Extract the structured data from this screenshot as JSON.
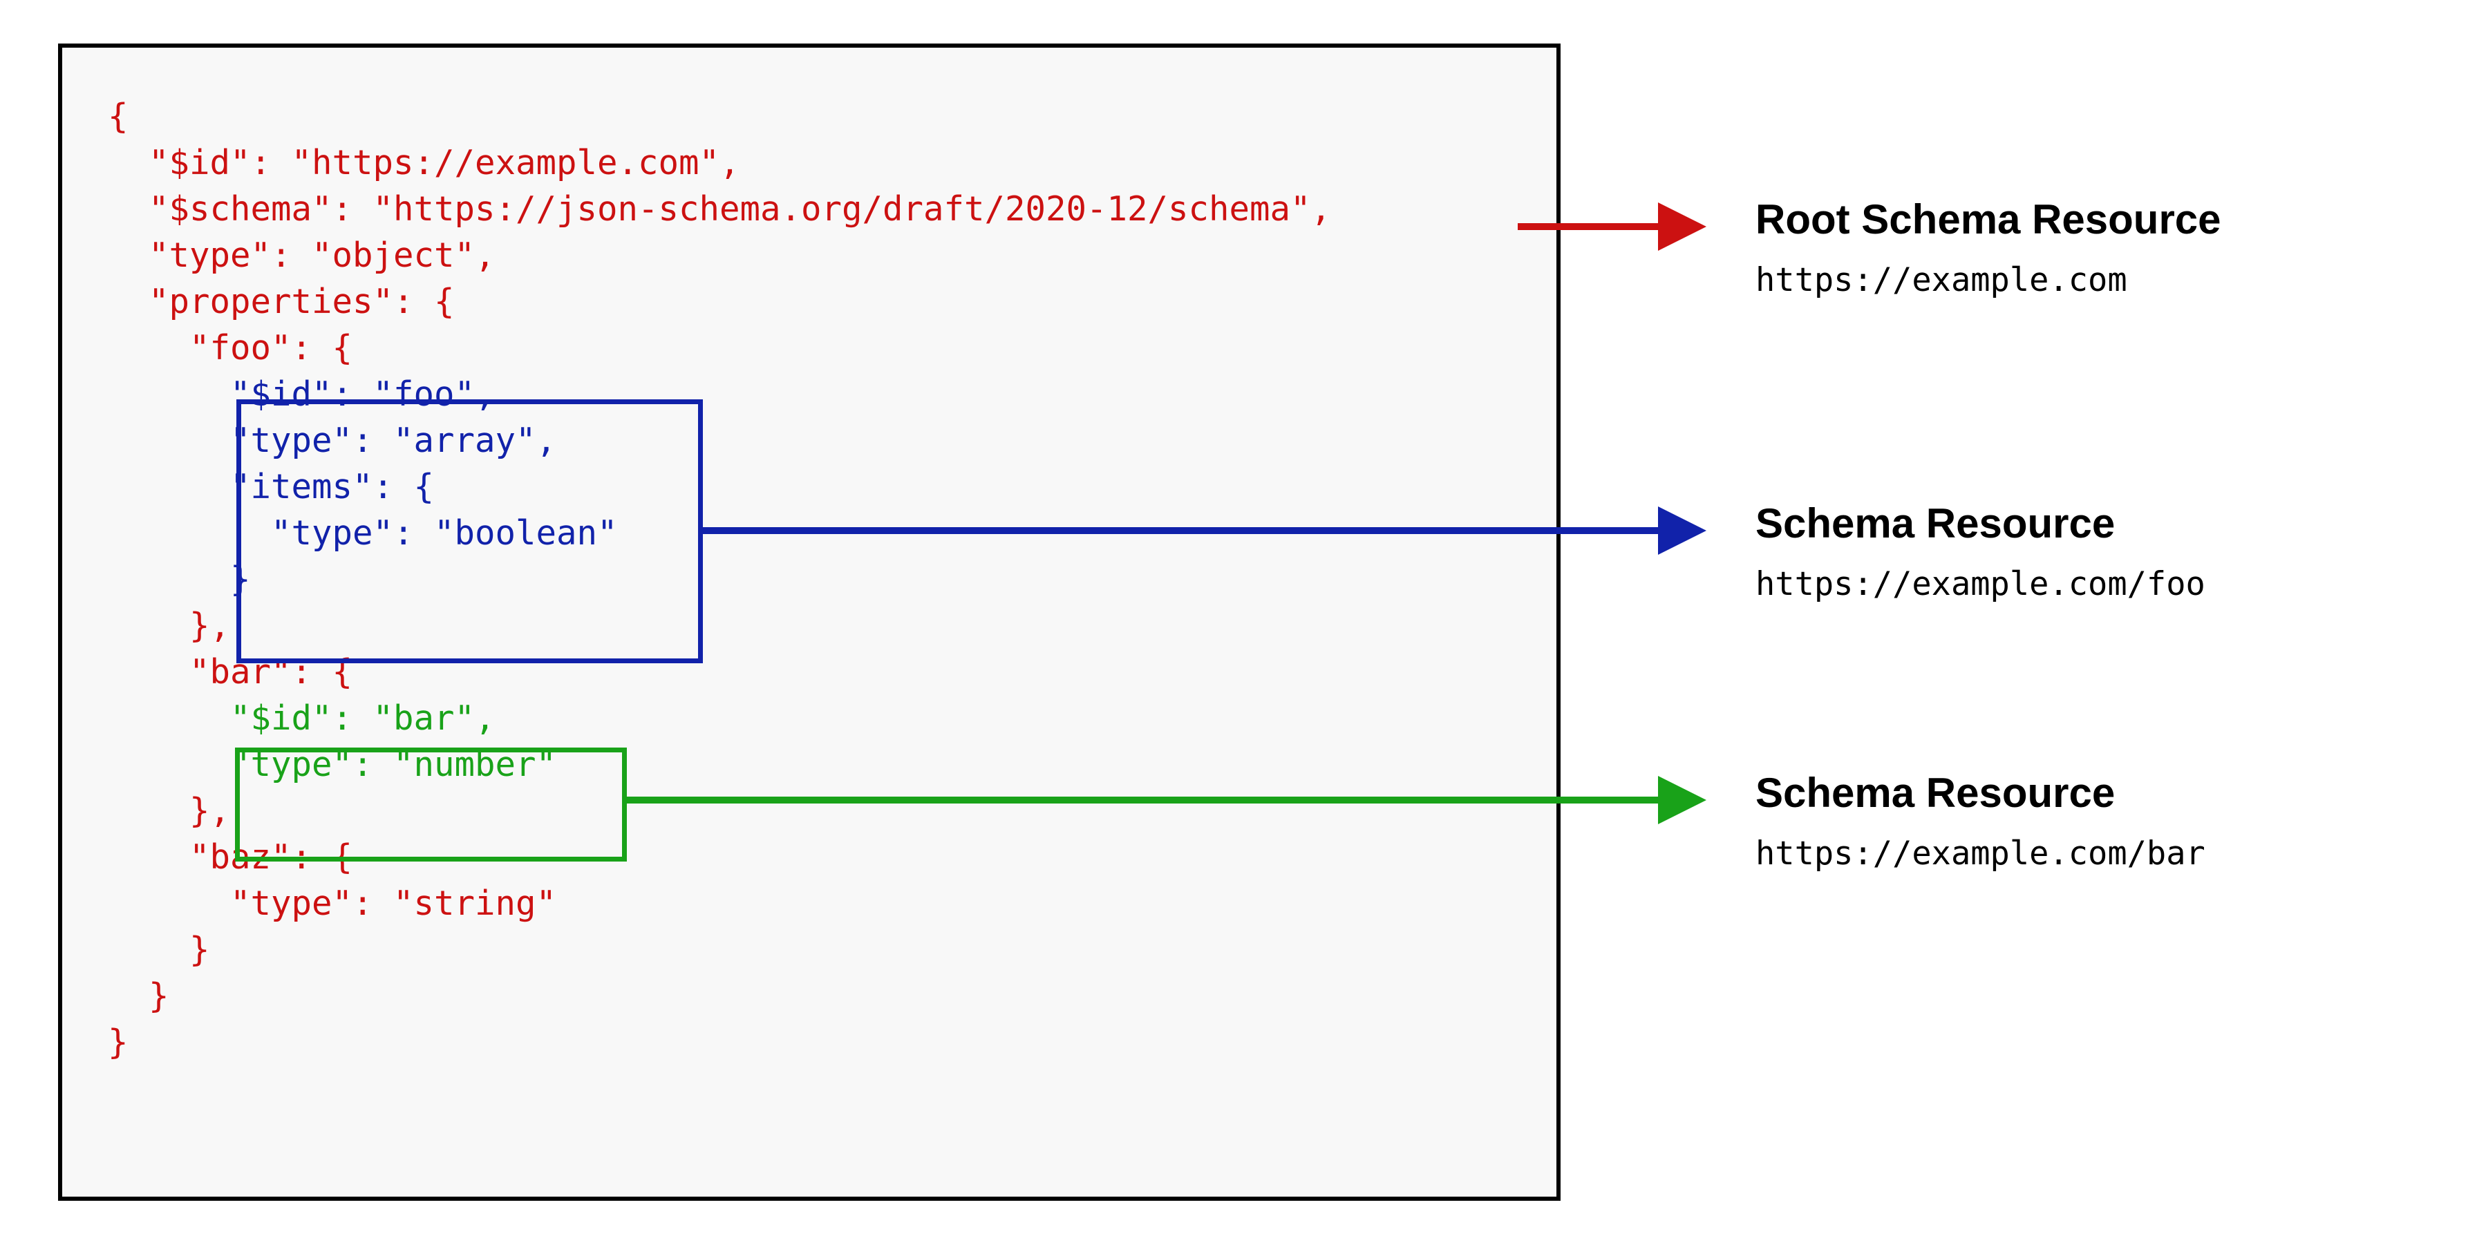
{
  "diagram": {
    "title_semantic": "JSON Schema resource identification diagram",
    "colors": {
      "root_schema": "#cc1111",
      "foo_schema": "#1122aa",
      "bar_schema": "#19a219",
      "panel_background": "#f8f8f8",
      "panel_border": "#000000",
      "text": "#000000"
    }
  },
  "code": {
    "lines": [
      {
        "indent": 0,
        "text": "{",
        "color": "red"
      },
      {
        "indent": 1,
        "text": "\"$id\": \"https://example.com\",",
        "color": "red"
      },
      {
        "indent": 1,
        "text": "\"$schema\": \"https://json-schema.org/draft/2020-12/schema\",",
        "color": "red"
      },
      {
        "indent": 1,
        "text": "\"type\": \"object\",",
        "color": "red"
      },
      {
        "indent": 1,
        "text": "\"properties\": {",
        "color": "red"
      },
      {
        "indent": 2,
        "text": "\"foo\": {",
        "color": "red"
      },
      {
        "indent": 3,
        "text": "\"$id\": \"foo\",",
        "color": "blue"
      },
      {
        "indent": 3,
        "text": "\"type\": \"array\",",
        "color": "blue"
      },
      {
        "indent": 3,
        "text": "\"items\": {",
        "color": "blue"
      },
      {
        "indent": 4,
        "text": "\"type\": \"boolean\"",
        "color": "blue"
      },
      {
        "indent": 3,
        "text": "}",
        "color": "blue"
      },
      {
        "indent": 2,
        "text": "},",
        "color": "red"
      },
      {
        "indent": 2,
        "text": "\"bar\": {",
        "color": "red"
      },
      {
        "indent": 3,
        "text": "\"$id\": \"bar\",",
        "color": "green"
      },
      {
        "indent": 3,
        "text": "\"type\": \"number\"",
        "color": "green"
      },
      {
        "indent": 2,
        "text": "},",
        "color": "red"
      },
      {
        "indent": 2,
        "text": "\"baz\": {",
        "color": "red"
      },
      {
        "indent": 3,
        "text": "\"type\": \"string\"",
        "color": "red"
      },
      {
        "indent": 2,
        "text": "}",
        "color": "red"
      },
      {
        "indent": 1,
        "text": "}",
        "color": "red"
      },
      {
        "indent": 0,
        "text": "}",
        "color": "red"
      }
    ]
  },
  "annotations": [
    {
      "id": "root",
      "title": "Root Schema Resource",
      "uri": "https://example.com",
      "color": "#cc1111"
    },
    {
      "id": "foo",
      "title": "Schema Resource",
      "uri": "https://example.com/foo",
      "color": "#1122aa"
    },
    {
      "id": "bar",
      "title": "Schema Resource",
      "uri": "https://example.com/bar",
      "color": "#19a219"
    }
  ]
}
